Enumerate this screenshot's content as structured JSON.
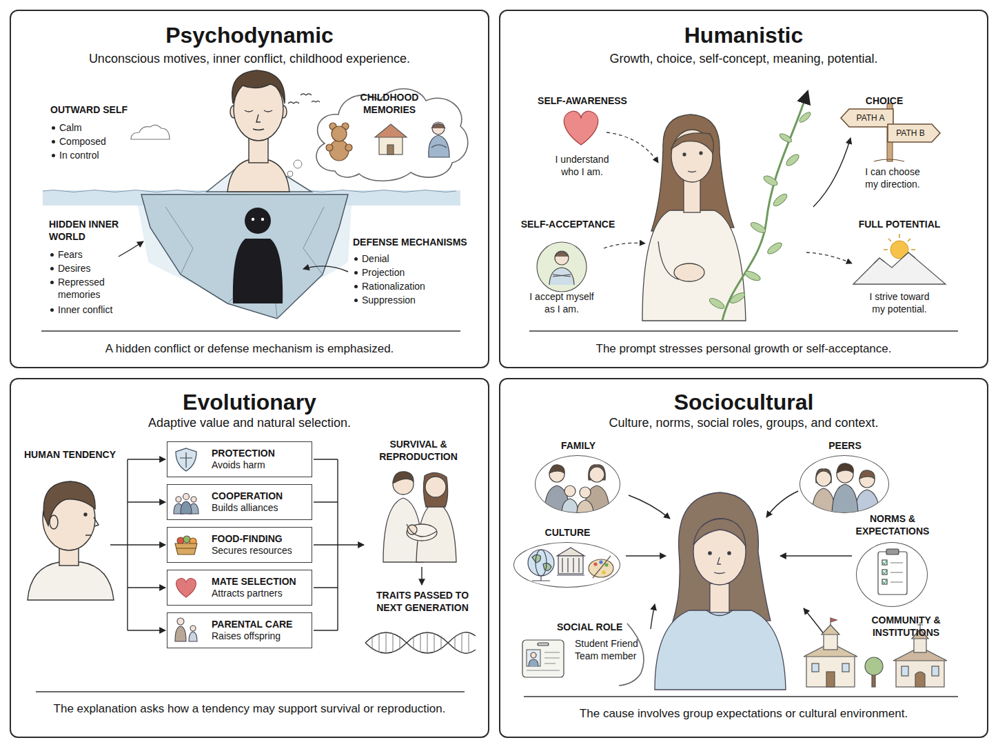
{
  "diagram": {
    "nodes": [
      {
        "text": [
          "Psychodynamic",
          "Unconscious motives, inner conflict, childhood experience.",
          "A hidden conflict or defense mechanism is emphasized."
        ]
      },
      {
        "text": [
          "CHILDHOOD MEMORIES"
        ],
        "in": 0
      },
      {
        "text": [
          "Humanistic",
          "Growth, choice, self-concept, meaning, potential.",
          "The prompt stresses personal growth or self-acceptance."
        ]
      },
      {
        "text": [
          "PATH A"
        ],
        "in": 2
      },
      {
        "text": [
          "PATH B"
        ],
        "in": 2
      },
      {
        "text": [
          "Evolutionary",
          "Adaptive value and natural selection.",
          "The explanation asks how a tendency may support survival or reproduction."
        ]
      },
      {
        "text": [
          "PROTECTION",
          "Avoids harm"
        ],
        "in": 5
      },
      {
        "text": [
          "COOPERATION",
          "Builds alliances"
        ],
        "in": 5
      },
      {
        "text": [
          "FOOD-FINDING",
          "Secures resources"
        ],
        "in": 5
      },
      {
        "text": [
          "MATE SELECTION",
          "Attracts partners"
        ],
        "in": 5
      },
      {
        "text": [
          "PARENTAL CARE",
          "Raises offspring"
        ],
        "in": 5
      },
      {
        "text": [
          "Sociocultural",
          "Culture, norms, social roles, groups, and context.",
          "The cause involves group expectations or cultural environment."
        ]
      },
      {
        "text": [
          "FAMILY"
        ],
        "in": 11
      },
      {
        "text": [
          "PEERS"
        ],
        "in": 11
      },
      {
        "text": [
          "CULTURE"
        ],
        "in": 11
      },
      {
        "text": [
          "NORMS & EXPECTATIONS"
        ],
        "in": 11
      },
      {
        "text": [
          "SOCIAL ROLE",
          "Student Friend Team member"
        ],
        "in": 11
      }
    ],
    "labels": [
      "OUTWARD SELF",
      "Calm",
      "Composed",
      "In control",
      "HIDDEN INNER WORLD",
      "Fears",
      "Desires",
      "Repressed memories",
      "Inner conflict",
      "DEFENSE MECHANISMS",
      "Denial",
      "Projection",
      "Rationalization",
      "Suppression",
      "SELF-AWARENESS",
      "I understand who I am.",
      "SELF-ACCEPTANCE",
      "I accept myself as I am.",
      "CHOICE",
      "I can choose my direction.",
      "FULL POTENTIAL",
      "I strive toward my potential.",
      "HUMAN TENDENCY",
      "SURVIVAL & REPRODUCTION",
      "TRAITS PASSED TO NEXT GENERATION",
      "COMMUNITY & INSTITUTIONS"
    ]
  }
}
